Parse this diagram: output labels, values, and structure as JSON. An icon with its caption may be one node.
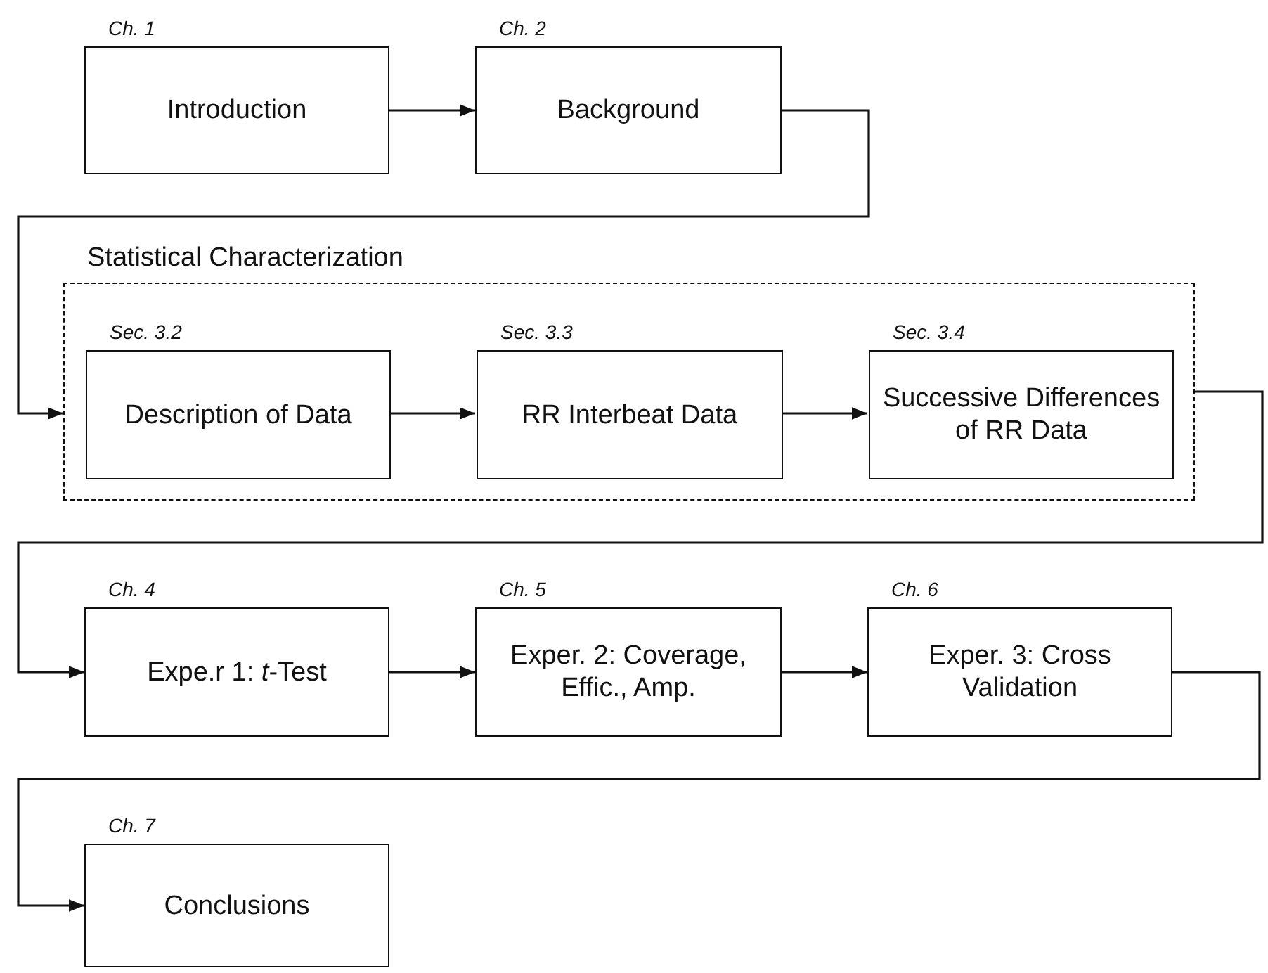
{
  "diagram": {
    "nodes": [
      {
        "text": [
          "Introduction"
        ],
        "beside": [
          "Ch. 1"
        ]
      },
      {
        "text": [
          "Background"
        ],
        "beside": [
          "Ch. 2"
        ]
      },
      {
        "text": [
          "Statistical Characterization"
        ]
      },
      {
        "text": [
          "Description of Data"
        ],
        "beside": [
          "Sec. 3.2"
        ],
        "in": 2
      },
      {
        "text": [
          "RR Interbeat Data"
        ],
        "beside": [
          "Sec. 3.3"
        ],
        "in": 2
      },
      {
        "text": [
          "Successive Differences of RR Data"
        ],
        "beside": [
          "Sec. 3.4"
        ],
        "in": 2
      },
      {
        "text": [
          "Expe.r 1: *t*-Test"
        ],
        "beside": [
          "Ch. 4"
        ]
      },
      {
        "text": [
          "Exper. 2: Coverage, Effic., Amp."
        ],
        "beside": [
          "Ch. 5"
        ]
      },
      {
        "text": [
          "Exper. 3: Cross Validation"
        ],
        "beside": [
          "Ch. 6"
        ]
      },
      {
        "text": [
          "Conclusions"
        ],
        "beside": [
          "Ch. 7"
        ]
      }
    ],
    "edges": [
      {
        "from": 0,
        "to": 1,
        "arrow": "to"
      },
      {
        "from": 1,
        "to": 2,
        "arrow": "to"
      },
      {
        "from": 3,
        "to": 4,
        "arrow": "to"
      },
      {
        "from": 4,
        "to": 5,
        "arrow": "to"
      },
      {
        "from": 2,
        "to": 6,
        "arrow": "to"
      },
      {
        "from": 6,
        "to": 7,
        "arrow": "to"
      },
      {
        "from": 7,
        "to": 8,
        "arrow": "to"
      },
      {
        "from": 8,
        "to": 9,
        "arrow": "to"
      }
    ]
  }
}
